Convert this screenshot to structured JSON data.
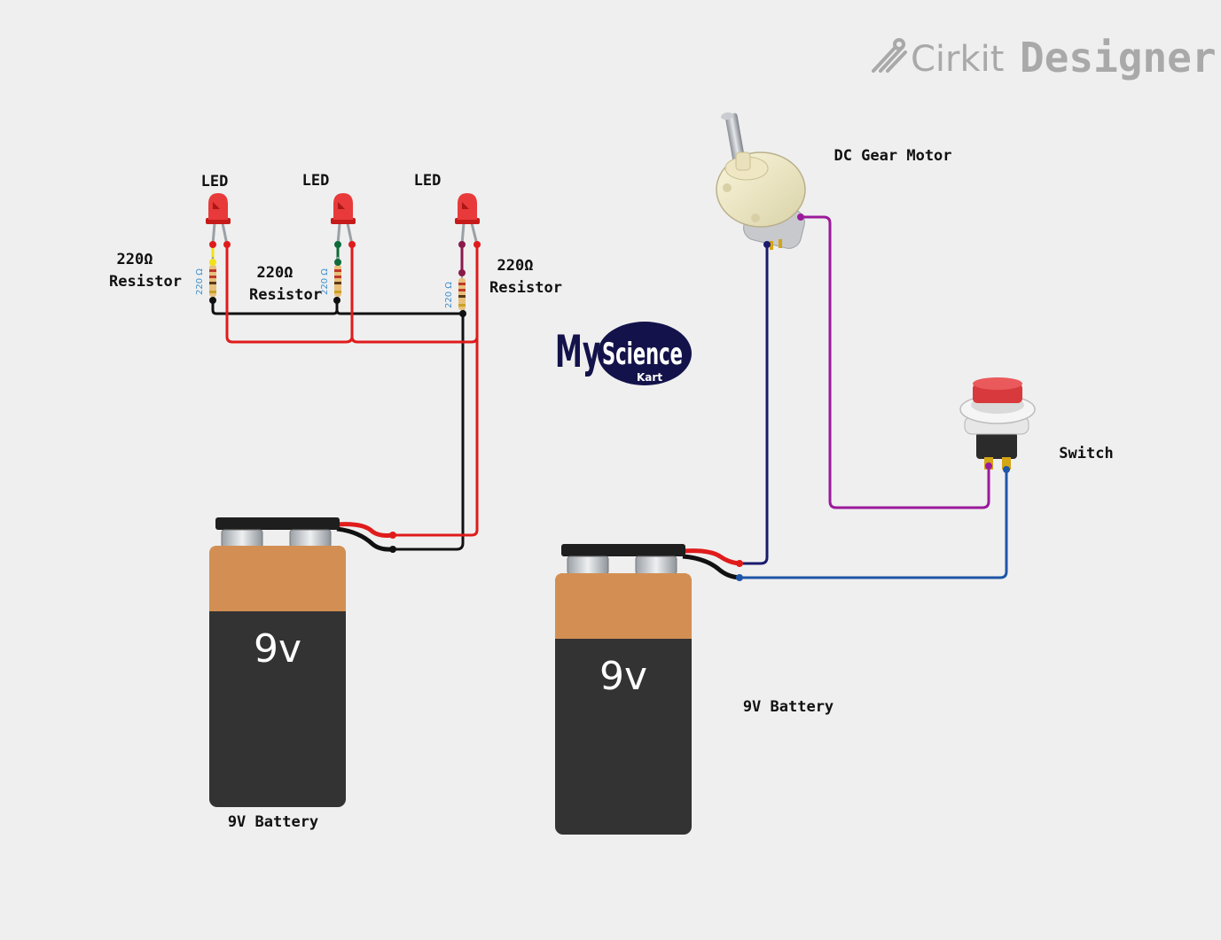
{
  "branding": {
    "name_part1": "Cirkit",
    "name_part2": "Designer",
    "icon": "cirkit-logo-icon",
    "color": "#a9a9a9"
  },
  "logo": {
    "word1": "My",
    "word2": "Science",
    "word3": "Kart",
    "color": "#13124a"
  },
  "components": {
    "led_1": {
      "label": "LED"
    },
    "led_2": {
      "label": "LED"
    },
    "led_3": {
      "label": "LED"
    },
    "resistor_1": {
      "value": "220Ω",
      "name": "Resistor",
      "code": "220 Ω"
    },
    "resistor_2": {
      "value": "220Ω",
      "name": "Resistor",
      "code": "220 Ω"
    },
    "resistor_3": {
      "value": "220Ω",
      "name": "Resistor",
      "code": "220 Ω"
    },
    "battery_1": {
      "label": "9V Battery",
      "print": "9v"
    },
    "battery_2": {
      "label": "9V Battery",
      "print": "9v"
    },
    "motor": {
      "label": "DC Gear Motor"
    },
    "switch": {
      "label": "Switch"
    }
  },
  "wire_colors": {
    "positive": "#e01b1b",
    "negative": "#111111",
    "motor_supply": "#1a1a6e",
    "motor_to_switch": "#9b1a9b",
    "switch_return": "#1e56a8"
  }
}
